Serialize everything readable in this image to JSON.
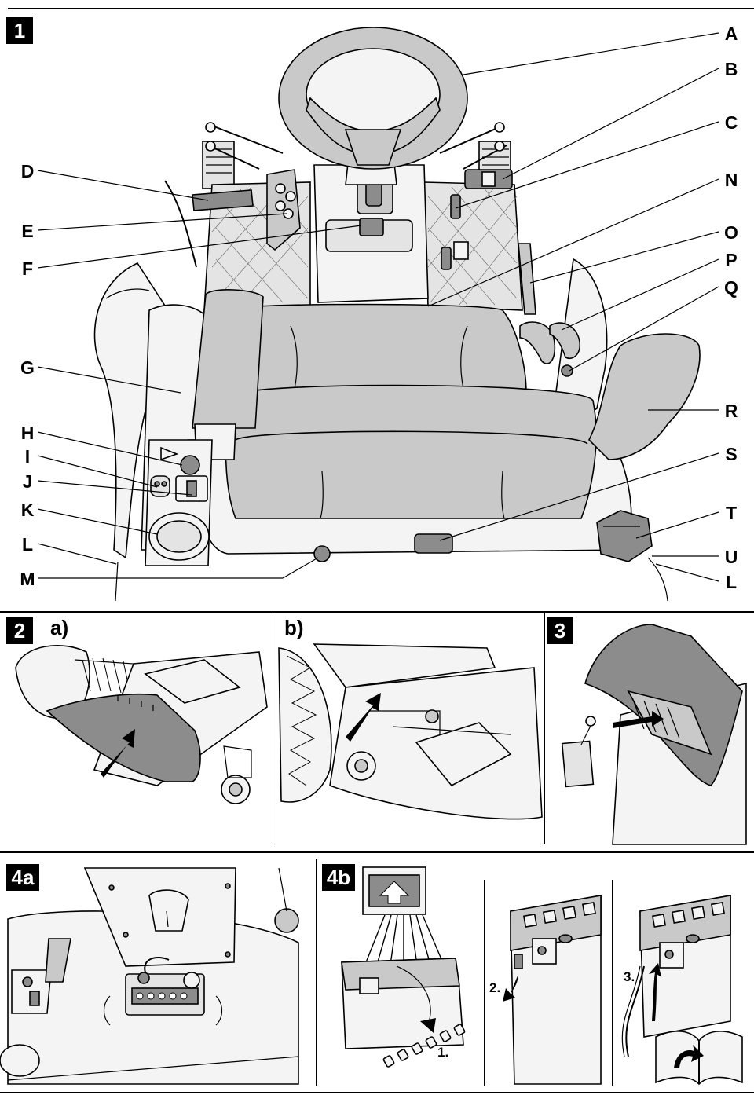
{
  "figures": {
    "fig1": {
      "badge": "1"
    },
    "fig2": {
      "badge": "2",
      "sub_a": "a)",
      "sub_b": "b)"
    },
    "fig3": {
      "badge": "3"
    },
    "fig4a": {
      "badge": "4a"
    },
    "fig4b": {
      "badge": "4b"
    }
  },
  "callouts": {
    "left": [
      "D",
      "E",
      "F",
      "G",
      "H",
      "I",
      "J",
      "K",
      "L",
      "M"
    ],
    "right": [
      "A",
      "B",
      "C",
      "N",
      "O",
      "P",
      "Q",
      "R",
      "S",
      "T",
      "U",
      "L"
    ]
  },
  "steps": {
    "step1": "1.",
    "step2": "2.",
    "step3": "3."
  },
  "colors": {
    "ink": "#000000",
    "tone_light": "#e4e4e4",
    "tone_mid": "#c9c9c9",
    "tone_dark": "#8c8c8c"
  }
}
